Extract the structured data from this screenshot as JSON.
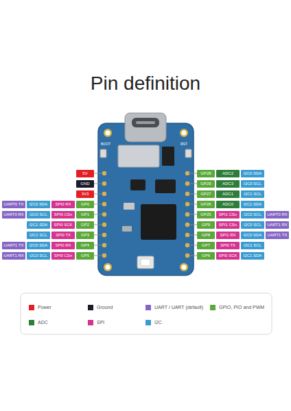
{
  "diagram": {
    "title": "Pin definition",
    "nodes": [
      {
        "text": [
          "5V"
        ]
      },
      {
        "text": [
          "GP28"
        ]
      },
      {
        "text": [
          "ADC2"
        ]
      },
      {
        "text": [
          "I2C0 SDA"
        ]
      },
      {
        "text": [
          "GND"
        ]
      },
      {
        "text": [
          "GP29"
        ]
      },
      {
        "text": [
          "ADC3"
        ]
      },
      {
        "text": [
          "I2C0 SCL"
        ]
      },
      {
        "text": [
          "3V3"
        ]
      },
      {
        "text": [
          "GP27"
        ]
      },
      {
        "text": [
          "ADC1"
        ]
      },
      {
        "text": [
          "I2C1 SCL"
        ]
      },
      {
        "text": [
          "UART0 TX"
        ]
      },
      {
        "text": [
          "I2C0 SDA"
        ]
      },
      {
        "text": [
          "SPI0 RX"
        ]
      },
      {
        "text": [
          "GP0"
        ]
      },
      {
        "text": [
          "GP26"
        ]
      },
      {
        "text": [
          "ADC0"
        ]
      },
      {
        "text": [
          "I2C1 SDA"
        ]
      },
      {
        "text": [
          "UART0 RX"
        ]
      },
      {
        "text": [
          "I2C0 SCL"
        ]
      },
      {
        "text": [
          "SPI0 CSn"
        ]
      },
      {
        "text": [
          "GP1"
        ]
      },
      {
        "text": [
          "GP25"
        ]
      },
      {
        "text": [
          "SPI1 CSn"
        ]
      },
      {
        "text": [
          "I2C0 SCL"
        ]
      },
      {
        "text": [
          "UART0 RX"
        ]
      },
      {
        "text": [
          "I2C1 SDA"
        ]
      },
      {
        "text": [
          "SPI0 SCK"
        ]
      },
      {
        "text": [
          "GP2"
        ]
      },
      {
        "text": [
          "GP9"
        ]
      },
      {
        "text": [
          "SPI1 CSn"
        ]
      },
      {
        "text": [
          "I2C0 SCL"
        ]
      },
      {
        "text": [
          "UART1 RX"
        ]
      },
      {
        "text": [
          "I2C1 SCL"
        ]
      },
      {
        "text": [
          "SPI0 TX"
        ]
      },
      {
        "text": [
          "GP3"
        ]
      },
      {
        "text": [
          "GP8"
        ]
      },
      {
        "text": [
          "SPI1 RX"
        ]
      },
      {
        "text": [
          "I2C0 SDA"
        ]
      },
      {
        "text": [
          "UART1 TX"
        ]
      },
      {
        "text": [
          "UART1 TX"
        ]
      },
      {
        "text": [
          "I2C0 SDA"
        ]
      },
      {
        "text": [
          "SPI0 RX"
        ]
      },
      {
        "text": [
          "GP4"
        ]
      },
      {
        "text": [
          "GP7"
        ]
      },
      {
        "text": [
          "SPI0 TX"
        ]
      },
      {
        "text": [
          "I2C1 SCL"
        ]
      },
      {
        "text": [
          "UART1 RX"
        ]
      },
      {
        "text": [
          "I2C0 SCL"
        ]
      },
      {
        "text": [
          "SPI0 CSn"
        ]
      },
      {
        "text": [
          "GP5"
        ]
      },
      {
        "text": [
          "GP6"
        ]
      },
      {
        "text": [
          "SPI0 SCK"
        ]
      },
      {
        "text": [
          "I2C1 SDA"
        ]
      }
    ],
    "labels": [
      "BOOT",
      "RST"
    ],
    "legend": [
      {
        "text": "Power",
        "color": "#e31e24"
      },
      {
        "text": "Ground",
        "color": "#1b1b2b"
      },
      {
        "text": "UART / UART (default)",
        "color": "#8465c4"
      },
      {
        "text": "GPIO, PIO and PWM",
        "color": "#5aa83a"
      },
      {
        "text": "ADC",
        "color": "#2e7d3a"
      },
      {
        "text": "SPI",
        "color": "#d4338e"
      },
      {
        "text": "I2C",
        "color": "#3a9bd0"
      }
    ]
  }
}
